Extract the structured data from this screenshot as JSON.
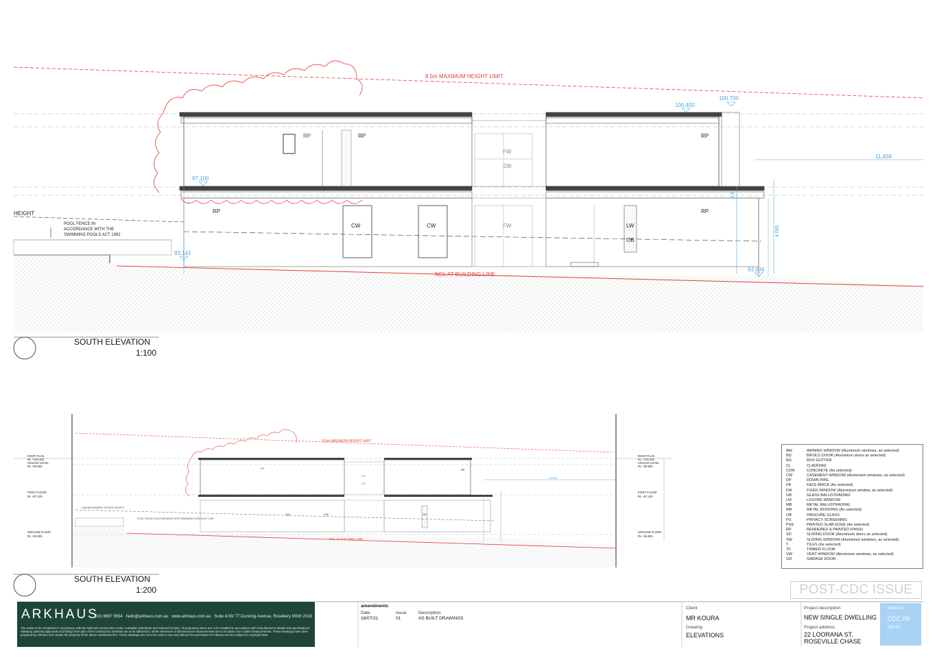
{
  "drawing": {
    "elev1": {
      "title": "SOUTH ELEVATION",
      "scale": "1:100",
      "height_limit": "8.5m MAXIMUM HEIGHT LIMIT",
      "ngl": "NGL AT BUILDING LINE",
      "pool_fence": [
        "POOL FENCE IN",
        "ACCORDANCE WITH THE",
        "SWIMMING POOLS ACT 1992"
      ],
      "height_label": "HEIGHT",
      "levels": {
        "l100400": "100.400",
        "l100700": "100.700",
        "l97100": "97.100",
        "l93141": "93.141",
        "l93934": "93.934"
      },
      "dims": {
        "d11458": "11,458",
        "d4065": "4.065",
        "d36": "3.6"
      },
      "tags": {
        "rp1": "RP",
        "rp2": "RP",
        "rp3": "RP",
        "rp4": "RP",
        "rp5": "RP",
        "fw1": "FW",
        "ob1": "OB",
        "fw2": "FW",
        "cw1": "CW",
        "cw2": "CW",
        "lw": "LW",
        "ob2": "OB"
      }
    },
    "elev2": {
      "title": "SOUTH ELEVATION",
      "scale": "1:200",
      "height_limit": "8.5m MAXIMUM HEIGHT LIMIT",
      "ngl": "NGL AT BUILDING LINE",
      "boundary": "1.8M BOUNDARY FENCE HEIGHT",
      "pool_fence": "POOL FENCE IN ACCORDANCE WITH SWIMMING POOLS ACT 1992",
      "left_levels": {
        "roof_plan": "ROOF PLAN",
        "roof_rl": "RL +100.400",
        "ceiling": "CEILING LEVEL",
        "ceiling_rl": "RL +99.800",
        "first_floor": "FIRST FLOOR",
        "first_rl": "RL +97.100",
        "ground_floor": "GROUND FLOOR",
        "ground_rl": "RL +93.800"
      },
      "right_levels": {
        "roof_plan": "ROOF PLAN",
        "roof_rl": "RL +100.400",
        "ceiling": "CEILING LEVEL",
        "ceiling_rl": "RL +99.800",
        "first_floor": "FIRST FLOOR",
        "first_rl": "RL +97.100",
        "ground_floor": "GROUND FLOOR",
        "ground_rl": "RL +93.800"
      },
      "dims": {
        "d11458": "11,458"
      },
      "tags": {
        "rp1": "RP",
        "rp2": "RP",
        "cw1": "CW",
        "cw2": "CW",
        "fw": "FW",
        "ob": "OB",
        "lw": "LW"
      }
    }
  },
  "legend": [
    {
      "abbr": "AW",
      "desc": "AWNING WINDOW (Aluminium windows, as selected)"
    },
    {
      "abbr": "BD",
      "desc": "BIFOLD DOOR (Aluminium doors as selected)"
    },
    {
      "abbr": "BG",
      "desc": "BOX GUTTER"
    },
    {
      "abbr": "CL",
      "desc": "CLADDING"
    },
    {
      "abbr": "CON",
      "desc": "CONCRETE   (As selected)"
    },
    {
      "abbr": "CW",
      "desc": "CASEMENT WINDOW (Aluminium windows, as selected)"
    },
    {
      "abbr": "DP",
      "desc": "DOWN PIPE"
    },
    {
      "abbr": "FB",
      "desc": "FACE BRICK   (As selected)"
    },
    {
      "abbr": "FW",
      "desc": "FIXED WINDOW (Aluminium window, as selected)"
    },
    {
      "abbr": "GB",
      "desc": "GLASS BALUSTRADING"
    },
    {
      "abbr": "LW",
      "desc": "LOUVRE WINDOW"
    },
    {
      "abbr": "MB",
      "desc": "METAL BALUSTRADING"
    },
    {
      "abbr": "MR",
      "desc": "METAL ROOFING   (As selected)"
    },
    {
      "abbr": "OB",
      "desc": "OBSCURE GLASS"
    },
    {
      "abbr": "PS",
      "desc": "PRIVACY SCREENING"
    },
    {
      "abbr": "PSE",
      "desc": "PAINTED SLAB EDGE (As selected)"
    },
    {
      "abbr": "RP",
      "desc": "RENDERED & PAINTED FINISH"
    },
    {
      "abbr": "SD",
      "desc": "SLIDING DOOR   (Aluminium doors as selected)"
    },
    {
      "abbr": "SW",
      "desc": "SLIDING WINDOW   (Aluminium windows, as selected)"
    },
    {
      "abbr": "T",
      "desc": "TILES   (As selected)"
    },
    {
      "abbr": "TF",
      "desc": "TIMBER FLOOR"
    },
    {
      "abbr": "VW",
      "desc": "VENT WINDOW (Aluminium windows, as selected)"
    },
    {
      "abbr": "GD",
      "desc": "GARAGE DOOR"
    }
  ],
  "stamp": "POST-CDC ISSUE",
  "title_block": {
    "brand": "ARKHAUS",
    "phone": "(02) 9697 9554",
    "email": "hello@arkhaus.com.au",
    "web": "www.arkhaus.com.au",
    "address": "Suite 4.03/ 77 Dunning Avenue, Rosebery NSW 2018",
    "disclaimer": "The works to be completed in accordance with the National Construction Code, Australian Standards and relevant by laws. All proprietary items are to be installed in accordance with manufacturers details and specifications. Statutory authority approvals and fittings from part of the construction methods are to be adhered to. Work references of dimensioned measurements are to be taken over scaled measurements. These drawings have been prepared by Arkhaus and remain the property of the above mentioned firm. These drawings are not to be used in any way without the permission of Arkhaus and are subject to copyright laws.",
    "amendments_label": "amendments",
    "col_date": "Date",
    "col_issue": "Issue",
    "col_desc": "Description",
    "date": "16/07/21",
    "issue": "01",
    "description": "AS BUILT DRAWINGS",
    "client_label": "Client",
    "client": "MR KOURA",
    "drawing_label": "Drawing",
    "drawing": "ELEVATIONS",
    "project_desc_label": "Project description",
    "project_desc": "NEW SINGLE DWELLING",
    "project_addr_label": "Project address",
    "project_addr_1": "22 LOORANA ST,",
    "project_addr_2": "ROSEVILLE CHASE",
    "sheet_label": "Sheet no.",
    "sheet": "CDC.09",
    "job_label": "Job no."
  }
}
